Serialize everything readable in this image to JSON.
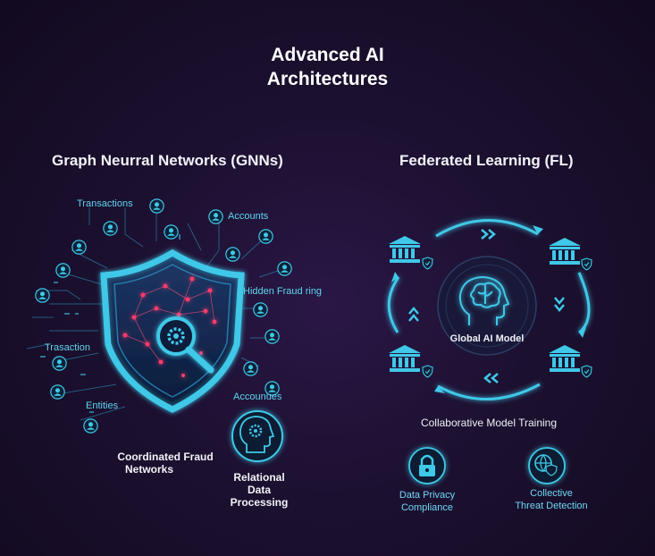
{
  "title": {
    "line1": "Advanced AI",
    "line2": "Architectures"
  },
  "gnn": {
    "title": "Graph Neurral Networks (GNNs)",
    "labels": {
      "transactions": "Transactions",
      "accounts_top": "Accounts",
      "hidden_fraud_ring": "Hidden Fraud ring",
      "trasaction": "Trasaction",
      "accounts_bottom": "Accounues",
      "entities": "Entities"
    },
    "coordinated_fraud": {
      "line1": "Coordinated Fraud",
      "line2": "Networks"
    },
    "relational": {
      "line1": "Relational",
      "line2": "Data",
      "line3": "Processing"
    }
  },
  "fl": {
    "title": "Federated Learning (FL)",
    "center_label": "Global AI Model",
    "collaborative": "Collaborative Model Training",
    "privacy": {
      "line1": "Data Privacy",
      "line2": "Compliance"
    },
    "threat": {
      "line1": "Collective",
      "line2": "Threat Detection"
    }
  },
  "colors": {
    "background": "#1c1030",
    "cyan": "#3fc8e8",
    "neon_red": "#ff3b6b",
    "white": "#ffffff"
  }
}
